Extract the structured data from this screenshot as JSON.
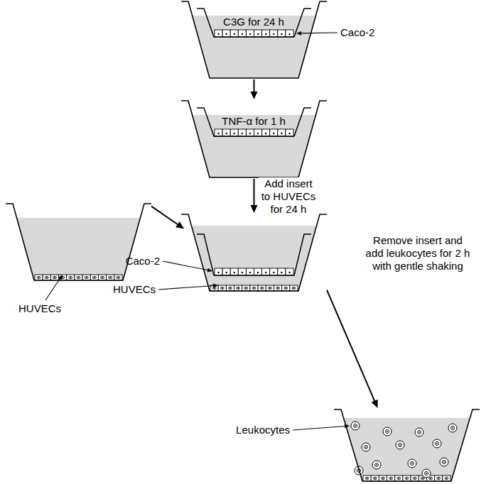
{
  "diagram": {
    "nodes": [
      {
        "text": [
          "C3G for 24 h",
          "Caco-2"
        ]
      },
      {
        "text": [
          "TNF-α for 1 h"
        ]
      },
      {
        "text": [
          "HUVECs"
        ]
      },
      {
        "text": [
          "Caco-2",
          "HUVECs"
        ]
      },
      {
        "text": [
          "Leukocytes"
        ]
      }
    ],
    "edges": [
      {
        "from": 0,
        "to": 1,
        "arrow": "to"
      },
      {
        "from": 1,
        "to": 3,
        "label": "Add insert to HUVECs for 24 h",
        "arrow": "to"
      },
      {
        "from": 2,
        "to": 3,
        "arrow": "to"
      },
      {
        "from": 3,
        "to": 4,
        "label": "Remove insert and add leukocytes for 2 h with gentle shaking",
        "arrow": "to"
      }
    ]
  }
}
